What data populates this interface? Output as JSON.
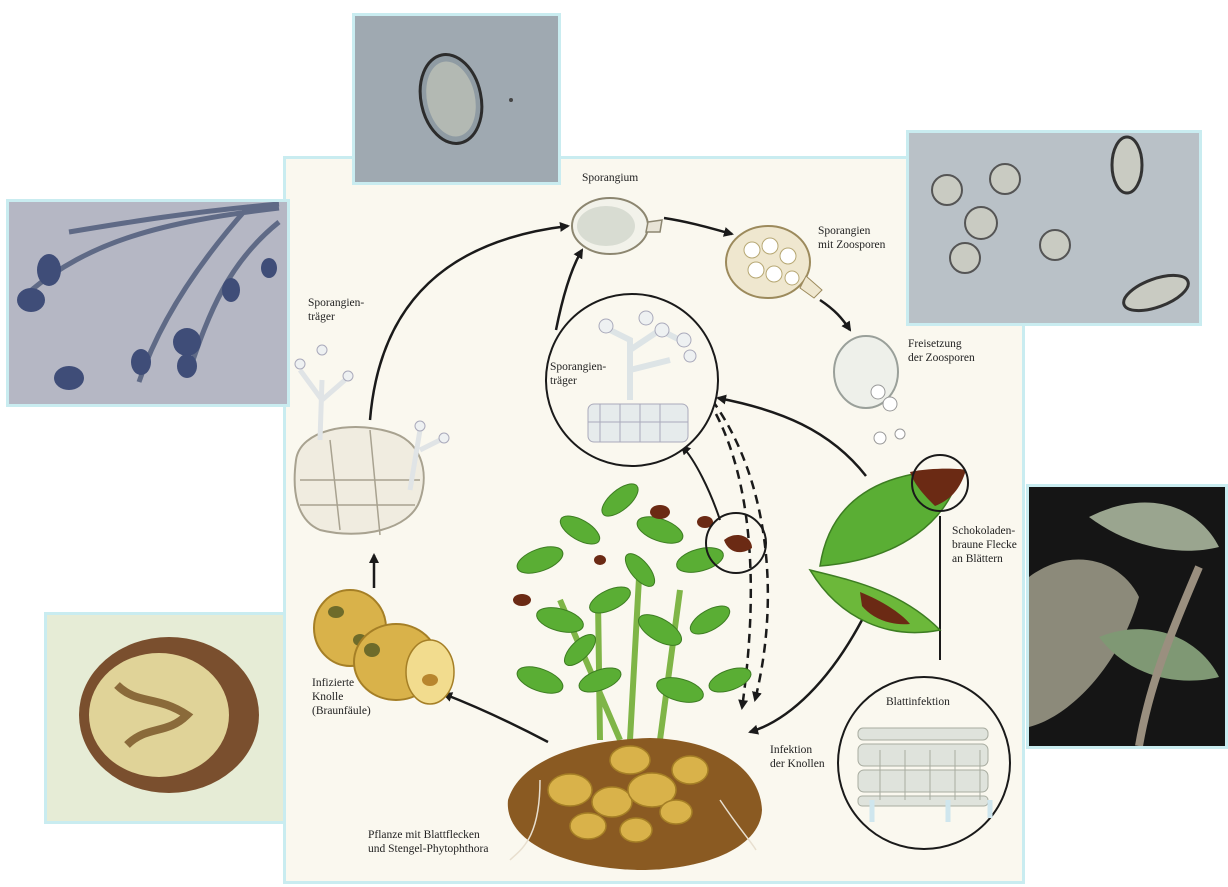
{
  "labels": {
    "sporangium": "Sporangium",
    "sporangien_zoosporen": "Sporangien\nmit Zoosporen",
    "freisetzung": "Freisetzung\nder Zoosporen",
    "schokoladen": "Schokoladen-\nbraune Flecke\nan Blättern",
    "blattinfektion": "Blattinfektion",
    "infektion_knollen": "Infektion\nder Knollen",
    "pflanze": "Pflanze mit Blattflecken\nund Stengel-Phytophthora",
    "infizierte_knolle": "Infizierte\nKnolle\n(Braunfäule)",
    "sporangientraeger_left": "Sporangien-\nträger",
    "sporangientraeger_center": "Sporangien-\nträger"
  },
  "colors": {
    "border": "#c9ecf0",
    "panel": "#faf8ef",
    "leaf": "#6cb83a",
    "lesion": "#6b2a14",
    "tuber": "#d9b24a",
    "soil": "#8a5a22",
    "micro_bg": "#a9b3bd",
    "stain": "#3f4d78"
  }
}
